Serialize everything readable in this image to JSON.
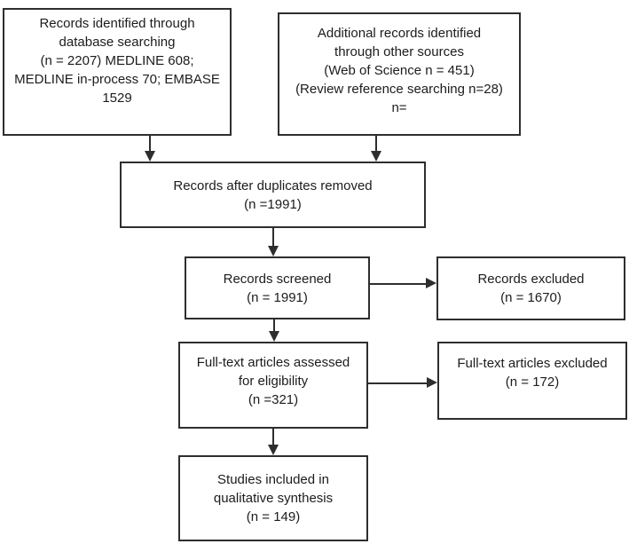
{
  "colors": {
    "background": "#ffffff",
    "box_border": "#2e2e2e",
    "text": "#1c1c1c",
    "arrow": "#2e2e2e"
  },
  "diagram_type": "prisma-flow-diagram",
  "boxes": {
    "identification_database": {
      "lines": [
        "Records identified through",
        "database searching",
        "(n = 2207) MEDLINE 608;",
        "MEDLINE in-process 70; EMBASE",
        "1529"
      ]
    },
    "identification_other": {
      "lines": [
        "Additional records identified",
        "through other sources",
        "(Web of Science n = 451)",
        "(Review reference searching n=28)",
        "n="
      ]
    },
    "duplicates_removed": {
      "lines": [
        "Records after duplicates removed",
        "(n =1991)"
      ]
    },
    "records_screened": {
      "lines": [
        "Records screened",
        "(n = 1991)"
      ]
    },
    "records_excluded": {
      "lines": [
        "Records excluded",
        "(n = 1670)"
      ]
    },
    "fulltext_assessed": {
      "lines": [
        "Full-text articles assessed",
        "for eligibility",
        "(n =321)"
      ]
    },
    "fulltext_excluded": {
      "lines": [
        "Full-text articles excluded",
        "(n = 172)"
      ]
    },
    "studies_included": {
      "lines": [
        "Studies included in",
        "qualitative synthesis",
        "(n = 149)"
      ]
    }
  }
}
